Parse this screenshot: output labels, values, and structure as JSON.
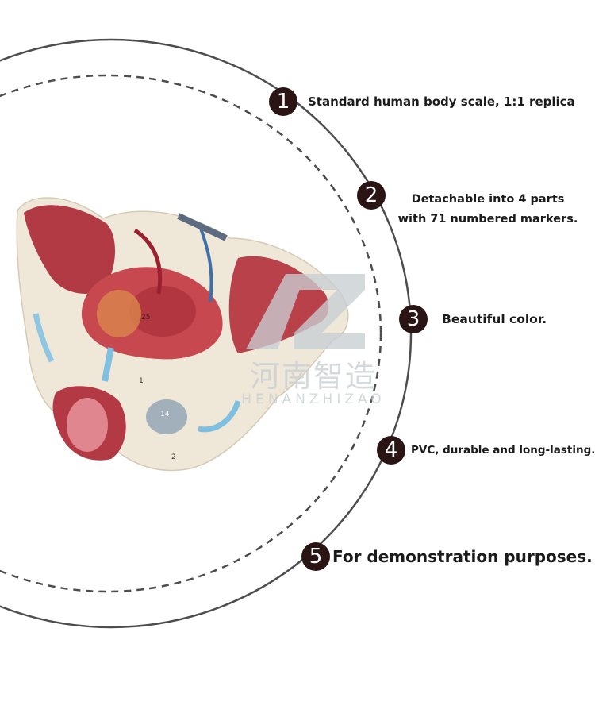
{
  "features": [
    {
      "number": "1",
      "text": "Standard human body scale, 1:1 replica"
    },
    {
      "number": "2",
      "lines": [
        "Detachable into 4 parts",
        "with 71 numbered markers."
      ]
    },
    {
      "number": "3",
      "text": "Beautiful color."
    },
    {
      "number": "4",
      "text": "PVC, durable and long-lasting."
    },
    {
      "number": "5",
      "text": "For demonstration purposes."
    }
  ],
  "watermark": {
    "chinese": "河南智造",
    "english": "HENANZHIZAO"
  },
  "model_labels": [
    "25",
    "14",
    "2",
    "1"
  ],
  "colors": {
    "badge": "#2a1414",
    "arc": "#4d4d4d",
    "muscle": "#b23a44",
    "bone": "#efe7d8"
  }
}
